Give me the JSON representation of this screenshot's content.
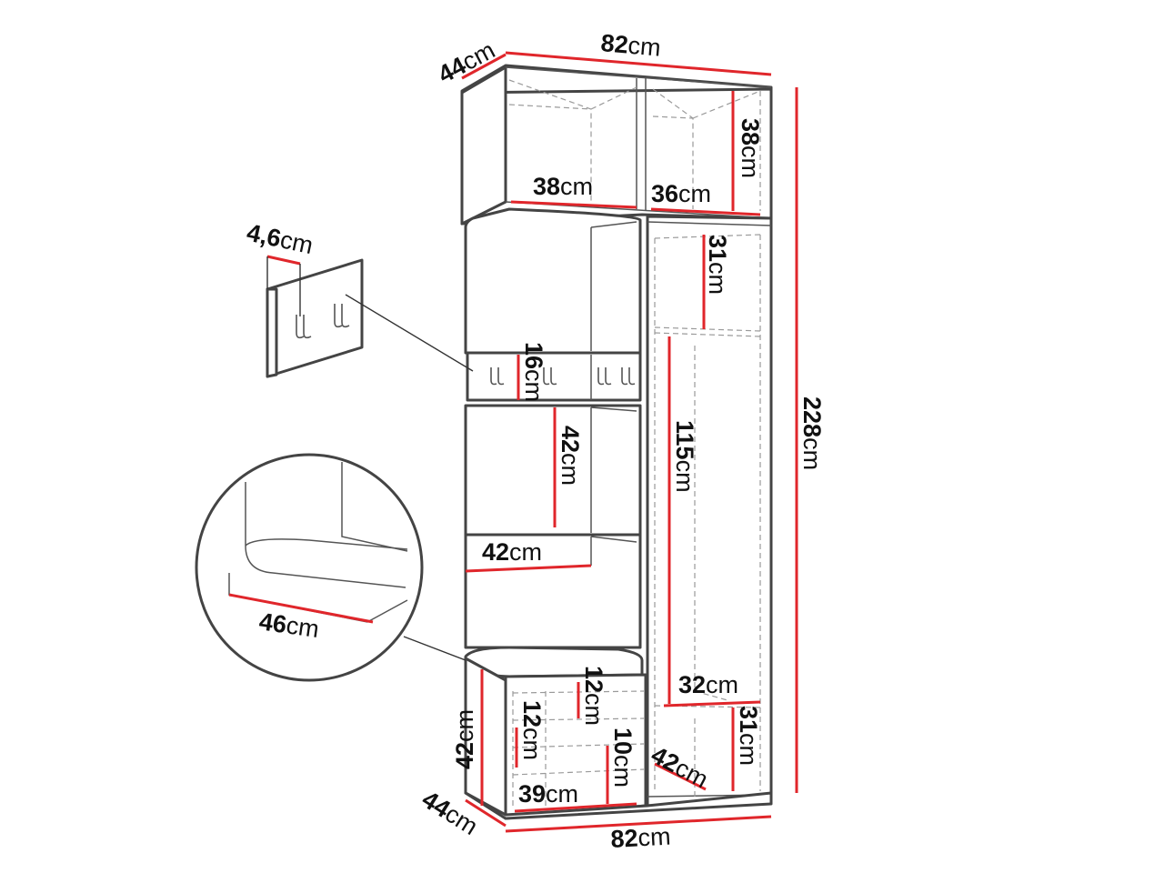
{
  "colors": {
    "dimension": "#e0262b",
    "outline": "#444444",
    "text": "#111111"
  },
  "top": {
    "width": {
      "value": "82",
      "unit": "cm"
    },
    "depth": {
      "value": "44",
      "unit": "cm"
    }
  },
  "bottom": {
    "width": {
      "value": "82",
      "unit": "cm"
    },
    "depth": {
      "value": "44",
      "unit": "cm"
    }
  },
  "total_height": {
    "value": "228",
    "unit": "cm"
  },
  "upper_cabinet": {
    "left_width": {
      "value": "38",
      "unit": "cm"
    },
    "right_width": {
      "value": "36",
      "unit": "cm"
    },
    "height": {
      "value": "38",
      "unit": "cm"
    }
  },
  "right_column": {
    "top_shelf_height": {
      "value": "31",
      "unit": "cm"
    },
    "rail_height": {
      "value": "115",
      "unit": "cm"
    },
    "bottom_width": {
      "value": "32",
      "unit": "cm"
    },
    "bottom_height": {
      "value": "31",
      "unit": "cm"
    },
    "bottom_depth": {
      "value": "42",
      "unit": "cm"
    }
  },
  "left_column": {
    "hook_strip_height": {
      "value": "16",
      "unit": "cm"
    },
    "panel_height": {
      "value": "42",
      "unit": "cm"
    },
    "panel_width": {
      "value": "42",
      "unit": "cm"
    }
  },
  "shoe_cabinet": {
    "height": {
      "value": "42",
      "unit": "cm"
    },
    "shelf1": {
      "value": "12",
      "unit": "cm"
    },
    "shelf2": {
      "value": "12",
      "unit": "cm"
    },
    "shelf3": {
      "value": "10",
      "unit": "cm"
    },
    "width": {
      "value": "39",
      "unit": "cm"
    }
  },
  "hook_detail": {
    "depth": {
      "value": "4,6",
      "unit": "cm"
    }
  },
  "seat_detail": {
    "depth": {
      "value": "46",
      "unit": "cm"
    }
  }
}
